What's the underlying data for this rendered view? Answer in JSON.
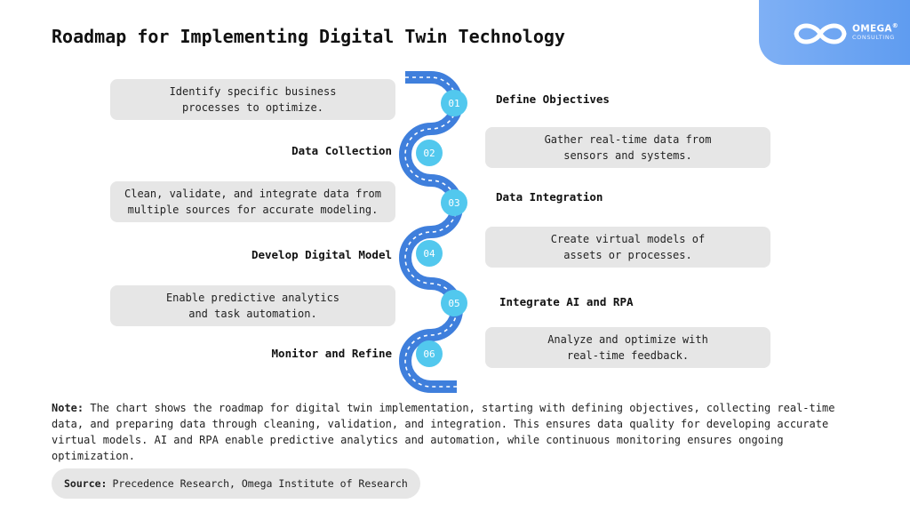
{
  "title": "Roadmap for Implementing Digital Twin Technology",
  "logo": {
    "name": "OMEGA",
    "mark": "®",
    "tagline": "CONSULTING"
  },
  "colors": {
    "road": "#3f7fdc",
    "road_dash": "#ffffff",
    "step_circle": "#52c8ee",
    "box": "#e6e6e6",
    "logo_bg": "#6aa5f2"
  },
  "steps": [
    {
      "number": "01",
      "label": "Define Objectives",
      "description": "Identify specific business\nprocesses to optimize."
    },
    {
      "number": "02",
      "label": "Data Collection",
      "description": "Gather real-time data from\nsensors and systems."
    },
    {
      "number": "03",
      "label": "Data Integration",
      "description": "Clean, validate, and integrate data from\nmultiple sources for accurate modeling."
    },
    {
      "number": "04",
      "label": "Develop Digital Model",
      "description": "Create virtual models of\nassets or processes."
    },
    {
      "number": "05",
      "label": "Integrate AI and RPA",
      "description": "Enable predictive analytics\nand task automation."
    },
    {
      "number": "06",
      "label": "Monitor and Refine",
      "description": "Analyze and optimize with\nreal-time feedback."
    }
  ],
  "note": {
    "label": "Note:",
    "text": "The chart shows the roadmap for digital twin implementation, starting with defining objectives, collecting real-time data, and preparing data through cleaning, validation, and integration. This ensures data quality for developing accurate virtual models. AI and RPA enable predictive analytics and automation, while continuous monitoring ensures ongoing optimization."
  },
  "source": {
    "label": "Source:",
    "text": "Precedence Research, Omega Institute of Research"
  }
}
